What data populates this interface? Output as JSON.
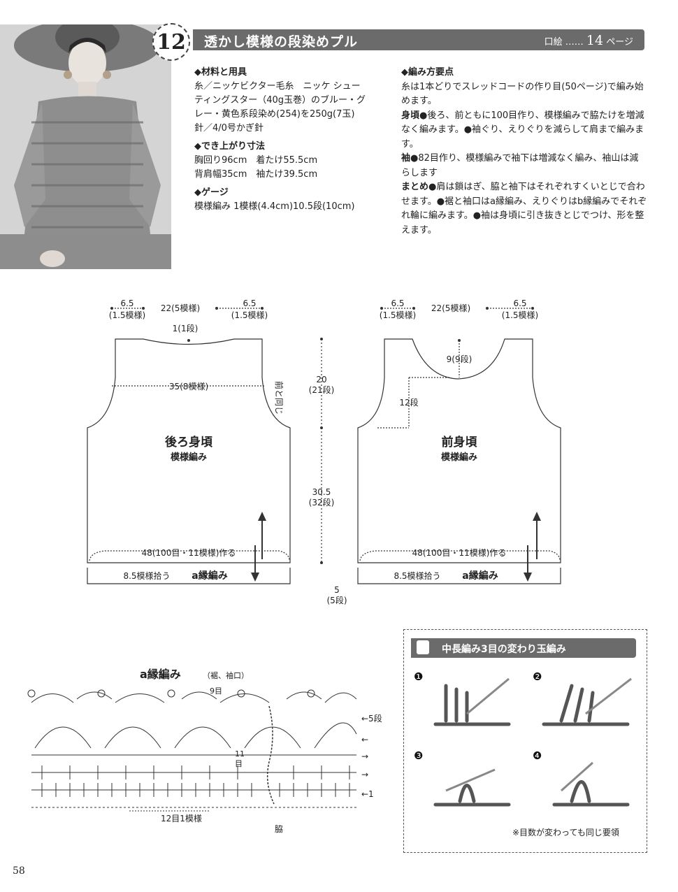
{
  "header": {
    "number": "12",
    "title": "透かし模様の段染めプル",
    "ref_label": "口絵 ……",
    "ref_page": "14",
    "ref_suffix": "ページ"
  },
  "materials": {
    "heading": "◆材料と用具",
    "lines": [
      "糸／ニッケビクター毛糸　ニッケ シュー",
      "ティングスター（40g玉巻）のブルー・グ",
      "レー・黄色系段染め(254)を250g(7玉)",
      "針／4/0号かぎ針"
    ]
  },
  "finished": {
    "heading": "◆でき上がり寸法",
    "lines": [
      "胸回り96cm　着たけ55.5cm",
      "背肩幅35cm　袖たけ39.5cm"
    ]
  },
  "gauge": {
    "heading": "◆ゲージ",
    "lines": [
      "模様編み 1模様(4.4cm)10.5段(10cm)"
    ]
  },
  "points": {
    "heading": "◆編み方要点",
    "p1": "糸は1本どりでスレッドコードの作り目(50ページ)で編み始めます。",
    "body_label": "身頃",
    "body": "●後ろ、前ともに100目作り、模様編みで脇たけを増減なく編みます。●袖ぐり、えりぐりを減らして肩まで編みます。",
    "sleeve_label": "袖",
    "sleeve": "●82目作り、模様編みで袖下は増減なく編み、袖山は減らします",
    "finish_label": "まとめ",
    "finish": "●肩は鎖はぎ、脇と袖下はそれぞれすくいとじで合わせます。●裾と袖口はa縁編み、えりぐりはb縁編みでそれぞれ輪に編みます。●袖は身頃に引き抜きとじでつけ、形を整えます。"
  },
  "back": {
    "top_left": "6.5",
    "top_left_sub": "(1.5模様)",
    "top_mid": "22(5模様)",
    "top_right": "6.5",
    "top_right_sub": "(1.5模様)",
    "neck": "1(1段)",
    "width": "35(8模様)",
    "side_note": "前と同じ",
    "title": "後ろ身頃",
    "subtitle": "模様編み",
    "bottom": "48(100目・11模様)作る",
    "edge_pick": "8.5模様拾う",
    "edge_name": "a縁編み"
  },
  "middle": {
    "h1": "20",
    "h1_sub": "(21段)",
    "h2": "30.5",
    "h2_sub": "(32段)",
    "h3": "5",
    "h3_sub": "(5段)"
  },
  "front": {
    "top_left": "6.5",
    "top_left_sub": "(1.5模様)",
    "top_mid": "22(5模様)",
    "top_right": "6.5",
    "top_right_sub": "(1.5模様)",
    "neck": "9(9段)",
    "neck_h": "12段",
    "title": "前身頃",
    "subtitle": "模様編み",
    "bottom": "48(100目・11模様)作る",
    "edge_pick": "8.5模様拾う",
    "edge_name": "a縁編み"
  },
  "edging": {
    "title": "a縁編み",
    "note": "（裾、袖口）",
    "st9": "9目",
    "st11a": "11",
    "st11b": "目",
    "row5": "←5段",
    "arrowL": "←",
    "arrowR": "→",
    "row1": "←1",
    "repeat": "12目1模様",
    "side": "脇"
  },
  "puff": {
    "title": "中長編み3目の変わり玉編み",
    "steps": [
      "❶",
      "❷",
      "❸",
      "❹"
    ],
    "note": "※目数が変わっても同じ要領"
  },
  "page_number": "58"
}
